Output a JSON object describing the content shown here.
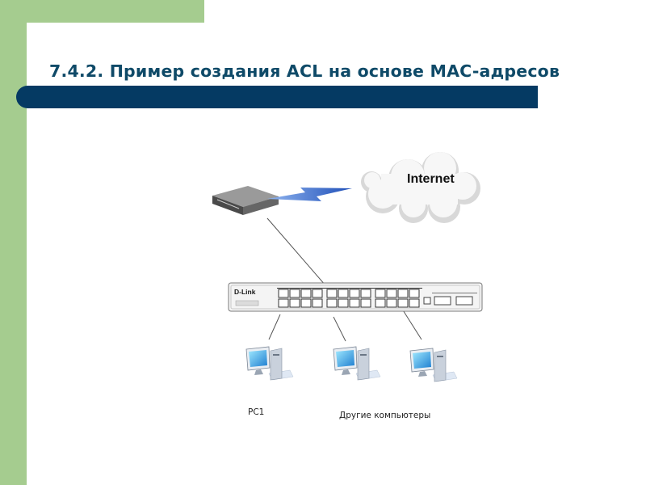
{
  "slide": {
    "title": "7.4.2. Пример создания ACL на основе MAC-адресов"
  },
  "diagram": {
    "cloud_label": "Internet",
    "switch_brand": "D-Link",
    "pc1_label": "PC1",
    "others_label": "Другие компьютеры"
  },
  "colors": {
    "accent_green": "#a5cc8f",
    "title_text": "#0f4a68",
    "title_bar": "#053a63"
  },
  "icons": [
    "router-icon",
    "lightning-icon",
    "cloud-icon",
    "switch-icon",
    "computer-icon"
  ]
}
